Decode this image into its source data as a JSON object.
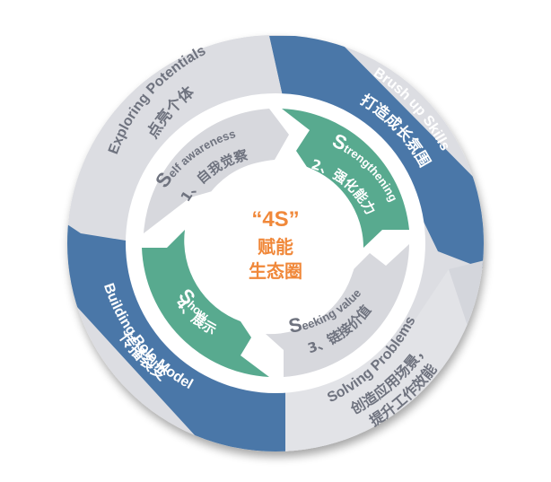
{
  "colors": {
    "gray_light": "#dcdde2",
    "gray_mid": "#c9cbd2",
    "blue": "#4a77a8",
    "blue_dark": "#3c6794",
    "teal": "#58aa8f",
    "inner_white": "#ffffff",
    "orange": "#f0883a",
    "gray_text": "#6f737f",
    "white_text": "#ffffff"
  },
  "center": {
    "title": "“4S”",
    "line2": "赋能",
    "line3": "生态圈"
  },
  "outer": {
    "exploring": {
      "en": "Exploring Potentials",
      "cn": "点亮个体"
    },
    "brush": {
      "en": "Brush up Skills",
      "cn": "打造成长氛围"
    },
    "solving": {
      "en": "Solving Problems",
      "cn1": "创造应用场景，",
      "cn2": "提升工作效能"
    },
    "building": {
      "en": "Building Role Model",
      "cn": "传播裂变"
    }
  },
  "inner": {
    "self": {
      "initial": "S",
      "rest": "elf awareness",
      "cn": "1、自我觉察"
    },
    "strengthening": {
      "initial": "S",
      "rest": "trengthening",
      "cn": "2、强化能力"
    },
    "seeking": {
      "initial": "S",
      "rest": "eeking value",
      "cn": "3、链接价值"
    },
    "show": {
      "initial": "S",
      "rest": "how",
      "cn": "4、展示"
    }
  }
}
